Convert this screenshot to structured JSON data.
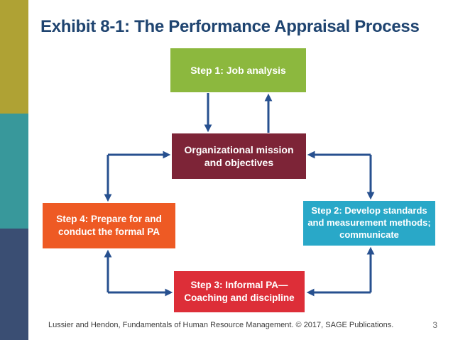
{
  "slide": {
    "title": "Exhibit 8-1: The Performance Appraisal Process",
    "footer_citation": "Lussier and Hendon, Fundamentals of Human Resource Management. © 2017, SAGE Publications.",
    "page_number": "3"
  },
  "theme": {
    "background": "#FFFFFF",
    "title_color": "#1F4470",
    "arrow_color": "#27508F",
    "node_text_color": "#FFFFFF",
    "sidebar_colors": [
      "#AFA234",
      "#38989B",
      "#3A4E73"
    ]
  },
  "diagram": {
    "nodes": {
      "step1": {
        "label": "Step 1: Job analysis",
        "color": "#8CB83E"
      },
      "mission": {
        "label": "Organizational mission and objectives",
        "color": "#7D2437"
      },
      "step2": {
        "label": "Step 2: Develop standards and measurement methods; communicate",
        "color": "#29A8C8"
      },
      "step3": {
        "label": "Step 3: Informal PA— Coaching and discipline",
        "color": "#DD2E38"
      },
      "step4": {
        "label": "Step 4: Prepare for and conduct the formal PA",
        "color": "#EE5A24"
      }
    },
    "connections": [
      {
        "from": "step1",
        "to": "mission",
        "style": "two parallel vertical arrows, one in each direction"
      },
      {
        "from": "mission",
        "to": "step2",
        "style": "double-headed elbow connector"
      },
      {
        "from": "step2",
        "to": "step3",
        "style": "double-headed elbow connector"
      },
      {
        "from": "step3",
        "to": "step4",
        "style": "double-headed elbow connector"
      },
      {
        "from": "step4",
        "to": "mission",
        "style": "double-headed elbow connector"
      }
    ]
  }
}
